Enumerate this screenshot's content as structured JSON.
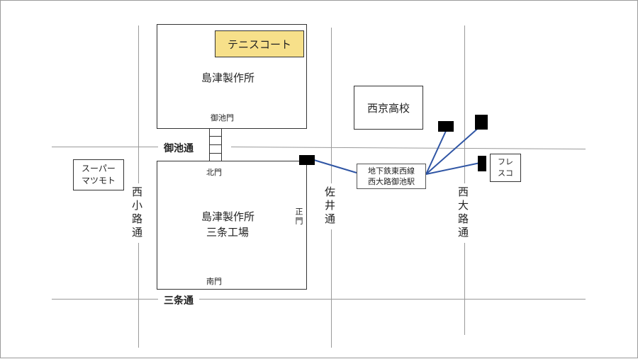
{
  "roads": {
    "oike_dori": "御池通",
    "sanjo_dori": "三条通",
    "nishi_koji_dori": "西小路通",
    "sai_dori": "佐井通",
    "nishi_oji_dori": "西大路通"
  },
  "buildings": {
    "tennis_court": "テニスコート",
    "shimadzu_main": "島津製作所",
    "oike_gate": "御池門",
    "sanjo_factory_line1": "島津製作所",
    "sanjo_factory_line2": "三条工場",
    "north_gate": "北門",
    "south_gate": "南門",
    "main_gate": "正門",
    "nishikyo_high": "西京高校",
    "supermarket_line1": "スーパー",
    "supermarket_line2": "マツモト",
    "fresco_line1": "フレ",
    "fresco_line2": "スコ"
  },
  "station": {
    "line1": "地下鉄東西線",
    "line2": "西大路御池駅"
  },
  "colors": {
    "road": "#9a9a9a",
    "tennis_court_fill": "#f7e08a",
    "exit_line": "#2f55a4",
    "exit_marker": "#000000"
  }
}
